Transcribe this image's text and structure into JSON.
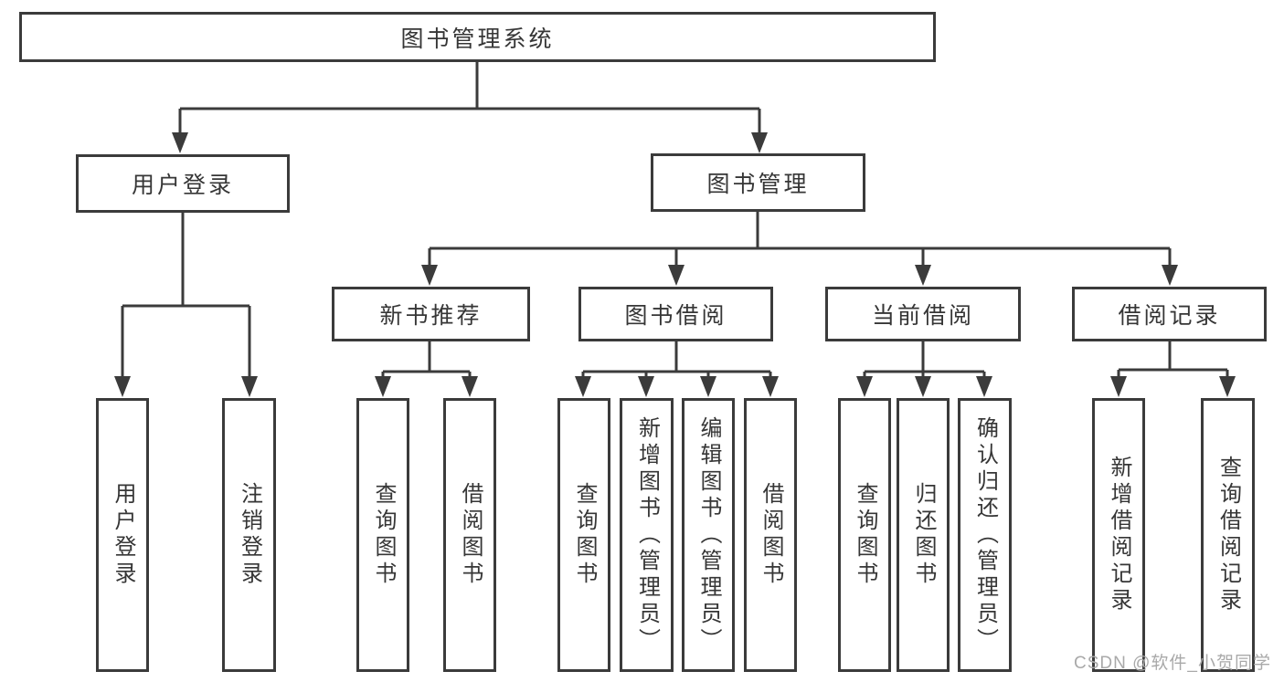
{
  "colors": {
    "line": "#3b3b3b",
    "text": "#363636",
    "watermark": "#a9a9a9",
    "box-bg": "#ffffff"
  },
  "tree": {
    "label": "图书管理系统",
    "children": [
      {
        "label": "用户登录",
        "children": [
          {
            "label": "用户登录"
          },
          {
            "label": "注销登录"
          }
        ]
      },
      {
        "label": "图书管理",
        "children": [
          {
            "label": "新书推荐",
            "children": [
              {
                "label": "查询图书"
              },
              {
                "label": "借阅图书"
              }
            ]
          },
          {
            "label": "图书借阅",
            "children": [
              {
                "label": "查询图书"
              },
              {
                "label": "新增图书（管理员）"
              },
              {
                "label": "编辑图书（管理员）"
              },
              {
                "label": "借阅图书"
              }
            ]
          },
          {
            "label": "当前借阅",
            "children": [
              {
                "label": "查询图书"
              },
              {
                "label": "归还图书"
              },
              {
                "label": "确认归还（管理员）"
              }
            ]
          },
          {
            "label": "借阅记录",
            "children": [
              {
                "label": "新增借阅记录"
              },
              {
                "label": "查询借阅记录"
              }
            ]
          }
        ]
      }
    ]
  },
  "watermark": {
    "text": "CSDN @软件_小贺同学"
  }
}
